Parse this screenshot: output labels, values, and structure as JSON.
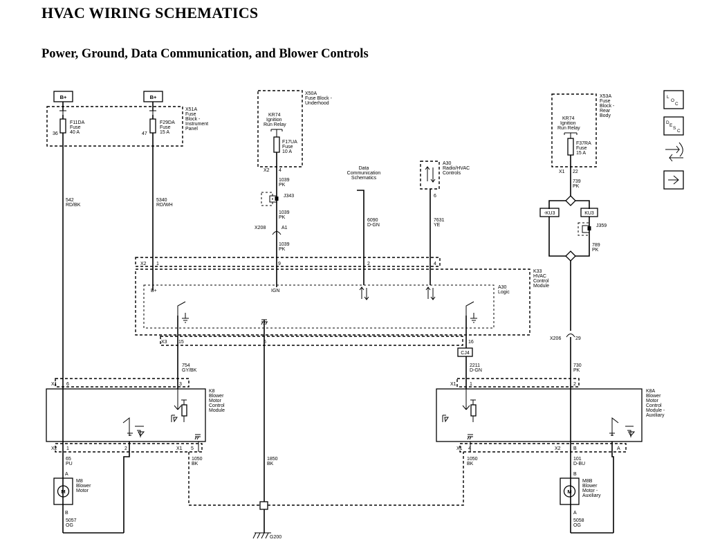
{
  "title": "HVAC WIRING SCHEMATICS",
  "subtitle": "Power, Ground, Data Communication, and Blower Controls",
  "power": {
    "bplus_left": "B+",
    "bplus_right": "B+"
  },
  "x51a": {
    "name": "X51A",
    "line2": "Fuse",
    "line3": "Block -",
    "line4": "Instrument",
    "line5": "Panel",
    "f11da_a": "F11DA",
    "f11da_b": "Fuse",
    "f11da_c": "40 A",
    "f11da_pin": "36",
    "f29da_a": "F29DA",
    "f29da_b": "Fuse",
    "f29da_c": "15 A",
    "f29da_pin": "47"
  },
  "x50a": {
    "name": "X50A",
    "line2": "Fuse Block -",
    "line3": "Underhood",
    "relay_a": "KR74",
    "relay_b": "Ignition",
    "relay_c": "Run Relay",
    "fuse_a": "F17UA",
    "fuse_b": "Fuse",
    "fuse_c": "10 A",
    "conn": "X2",
    "pin": "4"
  },
  "x53a": {
    "name": "X53A",
    "line2": "Fuse",
    "line3": "Block -",
    "line4": "Rear",
    "line5": "Body",
    "relay_a": "KR74",
    "relay_b": "Ignition",
    "relay_c": "Run Relay",
    "fuse_a": "F37RA",
    "fuse_b": "Fuse",
    "fuse_c": "15 A",
    "conn": "X1",
    "pin": "22"
  },
  "wires": {
    "w542_a": "542",
    "w542_b": "RD/BK",
    "w5340_a": "5340",
    "w5340_b": "RD/WH",
    "w1039_1a": "1039",
    "w1039_1b": "PK",
    "w1039_2a": "1039",
    "w1039_2b": "PK",
    "w1039_3a": "1039",
    "w1039_3b": "PK",
    "w6090_a": "6090",
    "w6090_b": "D-GN",
    "w7631_a": "7631",
    "w7631_b": "YE",
    "w739_a": "739",
    "w739_b": "PK",
    "w789_a": "789",
    "w789_b": "PK",
    "w754_a": "754",
    "w754_b": "GY/BK",
    "w2211_a": "2211",
    "w2211_b": "D-GN",
    "w730_a": "730",
    "w730_b": "PK",
    "w65_a": "65",
    "w65_b": "PU",
    "w1050_l_a": "1050",
    "w1050_l_b": "BK",
    "w1850_a": "1850",
    "w1850_b": "BK",
    "w1050_r_a": "1050",
    "w1050_r_b": "BK",
    "w101_a": "101",
    "w101_b": "D-BU",
    "w5057_a": "5057",
    "w5057_b": "OG",
    "w5058_a": "5058",
    "w5058_b": "OG"
  },
  "splices": {
    "j343": "J343",
    "j359": "J359",
    "ku3": "KU3",
    "neg_ku3": "-KU3"
  },
  "x208": {
    "name": "X208",
    "pin": "A1"
  },
  "x206": {
    "name": "X206",
    "pin": "29"
  },
  "data_comm": {
    "l1": "Data",
    "l2": "Communication",
    "l3": "Schematics"
  },
  "a30_radio": {
    "l1": "A30",
    "l2": "Radio/HVAC",
    "l3": "Controls",
    "pin": "6"
  },
  "k33": {
    "l1": "K33",
    "l2": "HVAC",
    "l3": "Control",
    "l4": "Module",
    "conn_top": "X2",
    "pin_1": "1",
    "pin_9": "9",
    "pin_2": "2",
    "pin_4": "4",
    "conn_bot": "X3",
    "pin_15": "15",
    "pin_6": "6",
    "pin_16": "16"
  },
  "a30_logic": {
    "l1": "A30",
    "l2": "Logic",
    "bplus": "B+",
    "ign": "IGN"
  },
  "cj4": "CJ4",
  "k8": {
    "l1": "K8",
    "l2": "Blower",
    "l3": "Motor",
    "l4": "Control",
    "l5": "Module",
    "x1": "X1",
    "x1_pin6": "6",
    "x1_pin3": "3",
    "x2": "X2",
    "x2_pin1": "1",
    "x2_pin2": "2",
    "x1b": "X1",
    "x1b_pin5": "5"
  },
  "k8a": {
    "l1": "K8A",
    "l2": "Blower",
    "l3": "Motor",
    "l4": "Control",
    "l5": "Module -",
    "l6": "Auxiliary",
    "x1": "X1",
    "x1_pin1": "1",
    "x1_pin2": "2",
    "x1b": "X1",
    "x1b_pin4": "4",
    "x2": "X2",
    "x2_pinB": "B",
    "x2_pinA": "A"
  },
  "m8": {
    "l1": "M8",
    "l2": "Blower",
    "l3": "Motor",
    "pinA": "A",
    "pinB": "B",
    "sym": "M"
  },
  "m8b": {
    "l1": "M8B",
    "l2": "Blower",
    "l3": "Motor -",
    "l4": "Auxiliary",
    "pinB": "B",
    "pinA": "A",
    "sym": "M"
  },
  "ground": {
    "g200": "G200"
  },
  "nav": {
    "loc_l": "L",
    "loc_o": "O",
    "loc_c": "C",
    "desc_d": "D",
    "desc_e": "E",
    "desc_s": "S",
    "desc_c": "C"
  }
}
